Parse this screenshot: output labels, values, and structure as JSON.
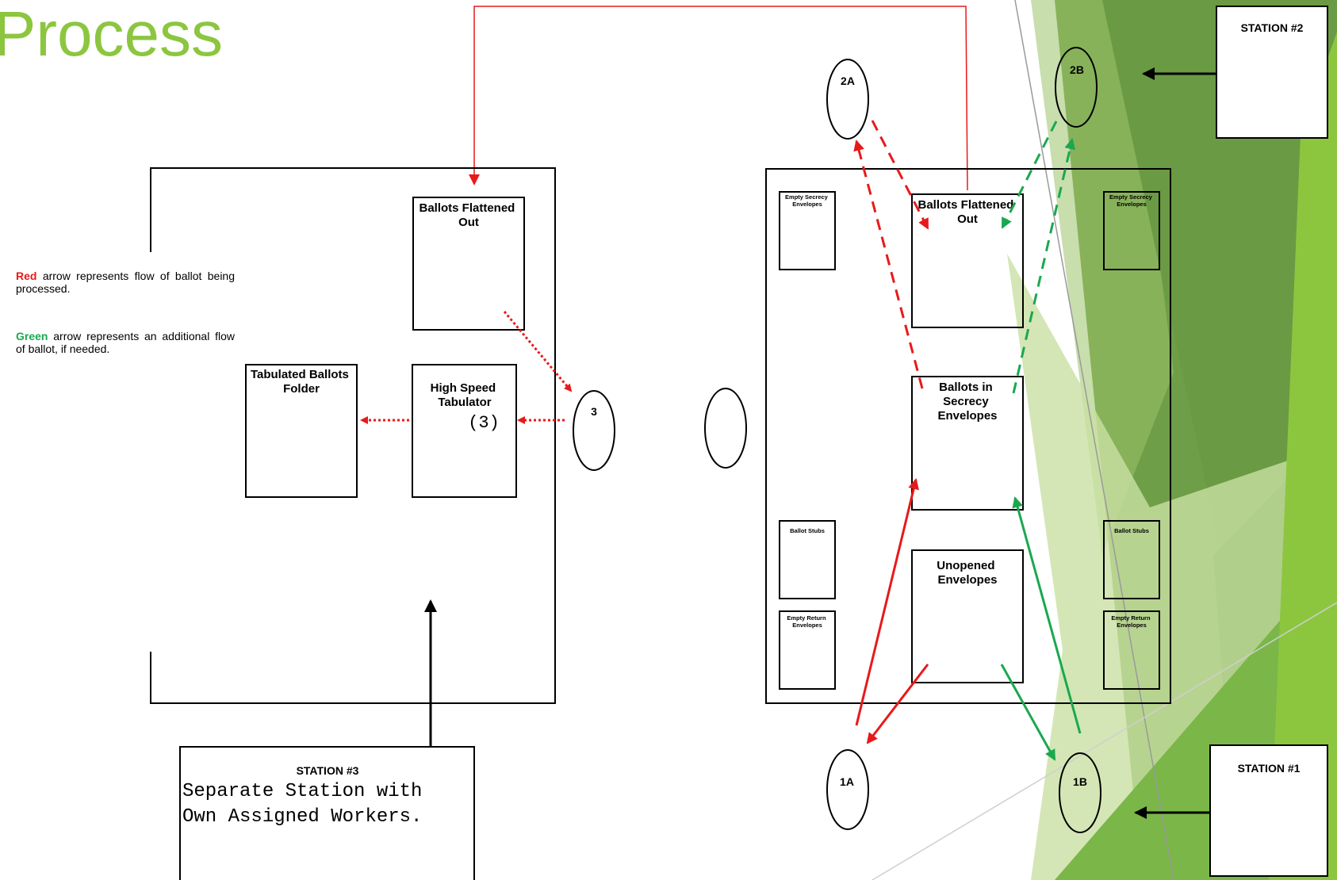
{
  "title": "Process",
  "legend": {
    "red_word": "Red",
    "red_text": "arrow represents flow of ballot being processed.",
    "green_word": "Green",
    "green_text": "arrow represents an additional flow of ballot, if needed."
  },
  "colors": {
    "title": "#8cc63f",
    "red": "#e8191a",
    "green": "#1aa84f",
    "accent_dark": "#5a8f2e",
    "accent_light": "#c9e0a3"
  },
  "station3_area": {
    "ballots_flattened": [
      "Ballots Flattened",
      "Out"
    ],
    "tabulated_folder": [
      "Tabulated Ballots",
      "Folder"
    ],
    "high_speed": [
      "High Speed",
      "Tabulator"
    ],
    "high_speed_count": "(3)",
    "worker_3": "3"
  },
  "station12_area": {
    "ballots_flattened": [
      "Ballots Flattened",
      "Out"
    ],
    "secrecy": [
      "Ballots in",
      "Secrecy",
      "Envelopes"
    ],
    "unopened": [
      "Unopened",
      "Envelopes"
    ],
    "empty_secrecy_left": [
      "Empty Secrecy",
      "Envelopes"
    ],
    "empty_secrecy_right": [
      "Empty Secrecy",
      "Envelopes"
    ],
    "ballot_stubs_left": "Ballot Stubs",
    "ballot_stubs_right": "Ballot Stubs",
    "empty_return_left": [
      "Empty Return",
      "Envelopes"
    ],
    "empty_return_right": [
      "Empty Return",
      "Envelopes"
    ]
  },
  "workers": {
    "w2a": "2A",
    "w2b": "2B",
    "w1a": "1A",
    "w1b": "1B"
  },
  "stations": {
    "station1": "STATION #1",
    "station2": "STATION #2",
    "station3": "STATION #3",
    "station3_desc_line1": "Separate Station with",
    "station3_desc_line2": "Own Assigned Workers."
  }
}
